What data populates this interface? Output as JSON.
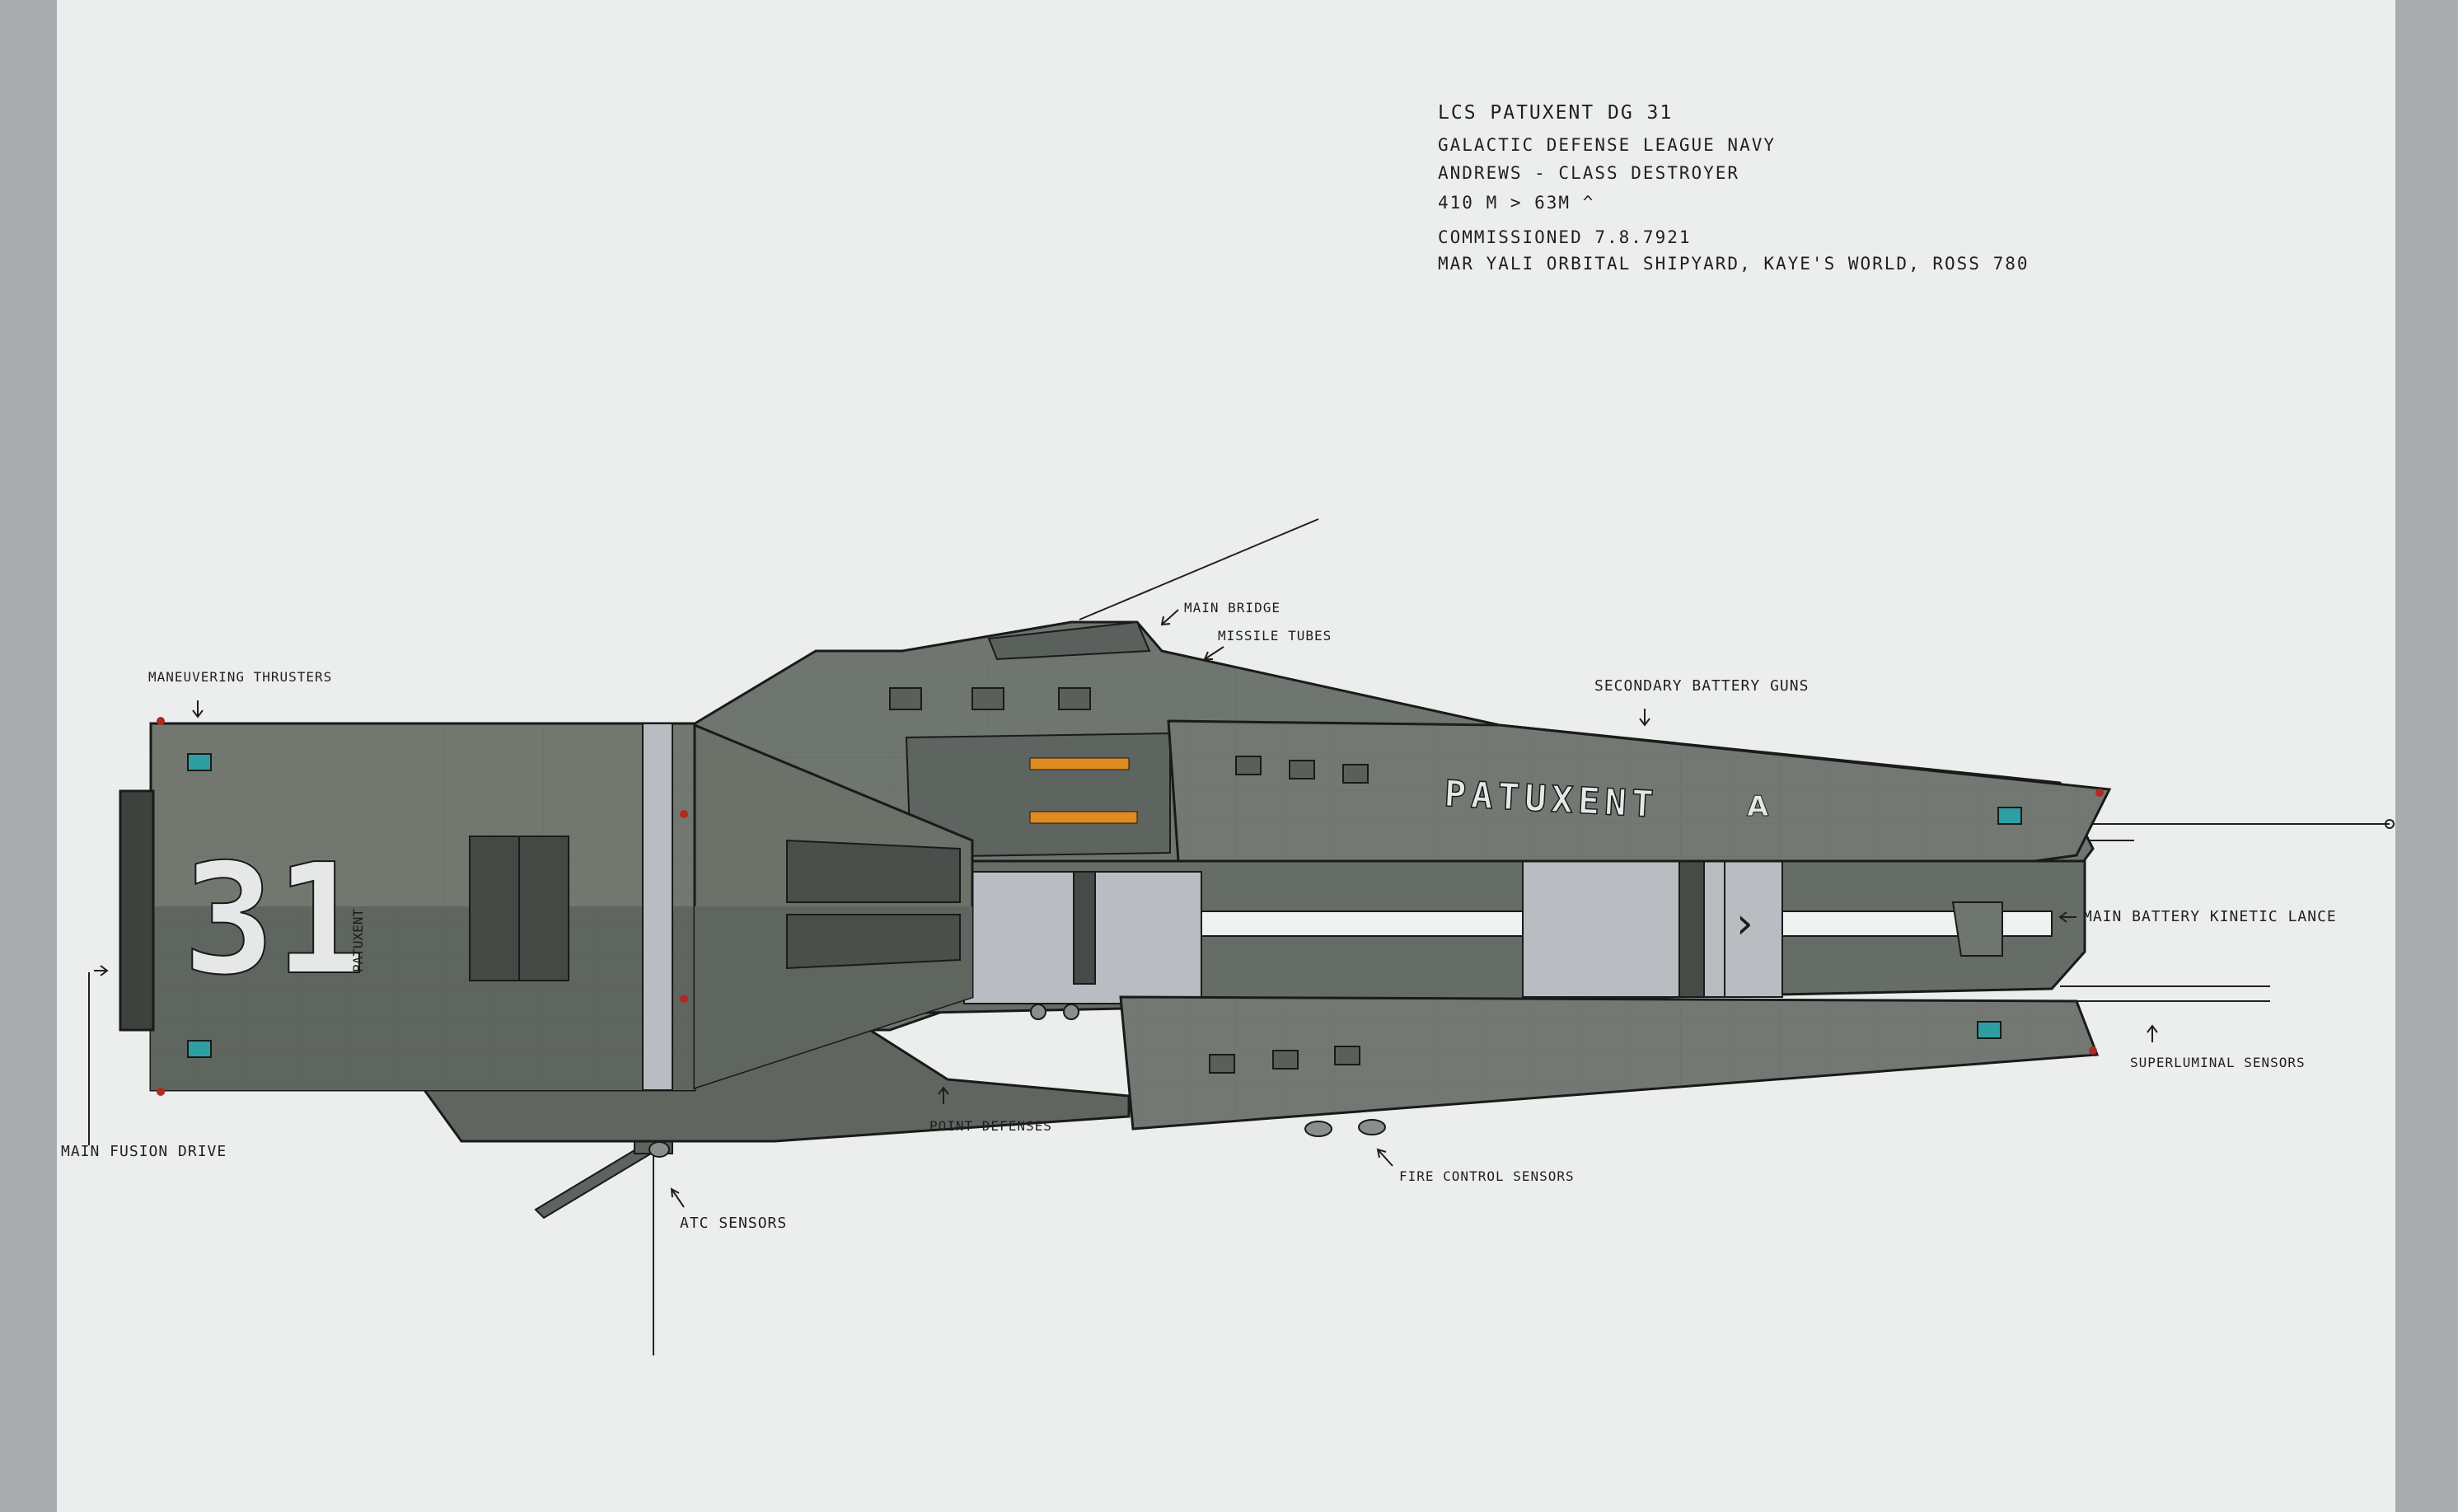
{
  "specs": {
    "name": "LCS PATUXENT DG 31",
    "navy": "GALACTIC DEFENSE LEAGUE NAVY",
    "class": "ANDREWS - CLASS DESTROYER",
    "dimensions": "410 m > 63m ^",
    "commissioned": "COMMISSIONED 7.8.7921",
    "shipyard": "MAR YALI ORBITAL SHIPYARD, KAYE'S WORLD, ROSS 780"
  },
  "hull": {
    "number": "31",
    "side_name": "PATUXENT",
    "bow_name": "PATUXENT",
    "insignia_glyph": "A",
    "chevron_glyph": "›"
  },
  "callouts": {
    "maneuvering_thrusters": "MANEUVERING THRUSTERS",
    "main_fusion_drive": "MAIN FUSION DRIVE",
    "main_bridge": "MAIN BRIDGE",
    "missile_tubes": "MISSILE TUBES",
    "secondary_battery_guns": "SECONDARY BATTERY GUNS",
    "main_battery": "MAIN BATTERY KINETIC LANCE",
    "superluminal_sensors": "SUPERLUMINAL SENSORS",
    "point_defenses": "POINT DEFENSES",
    "fire_control_sensors": "FIRE CONTROL SENSORS",
    "atc_sensors": "ATC SENSORS"
  },
  "colors": {
    "paper": "#eceeee",
    "border": "#a9adb0",
    "hull_light": "#6f756f",
    "hull_dark": "#575d58",
    "hull_stripe": "#b9bcc1",
    "ink": "#1a1a1a",
    "sensor_teal": "#2f9ea3",
    "accent_orange": "#e08a22"
  }
}
